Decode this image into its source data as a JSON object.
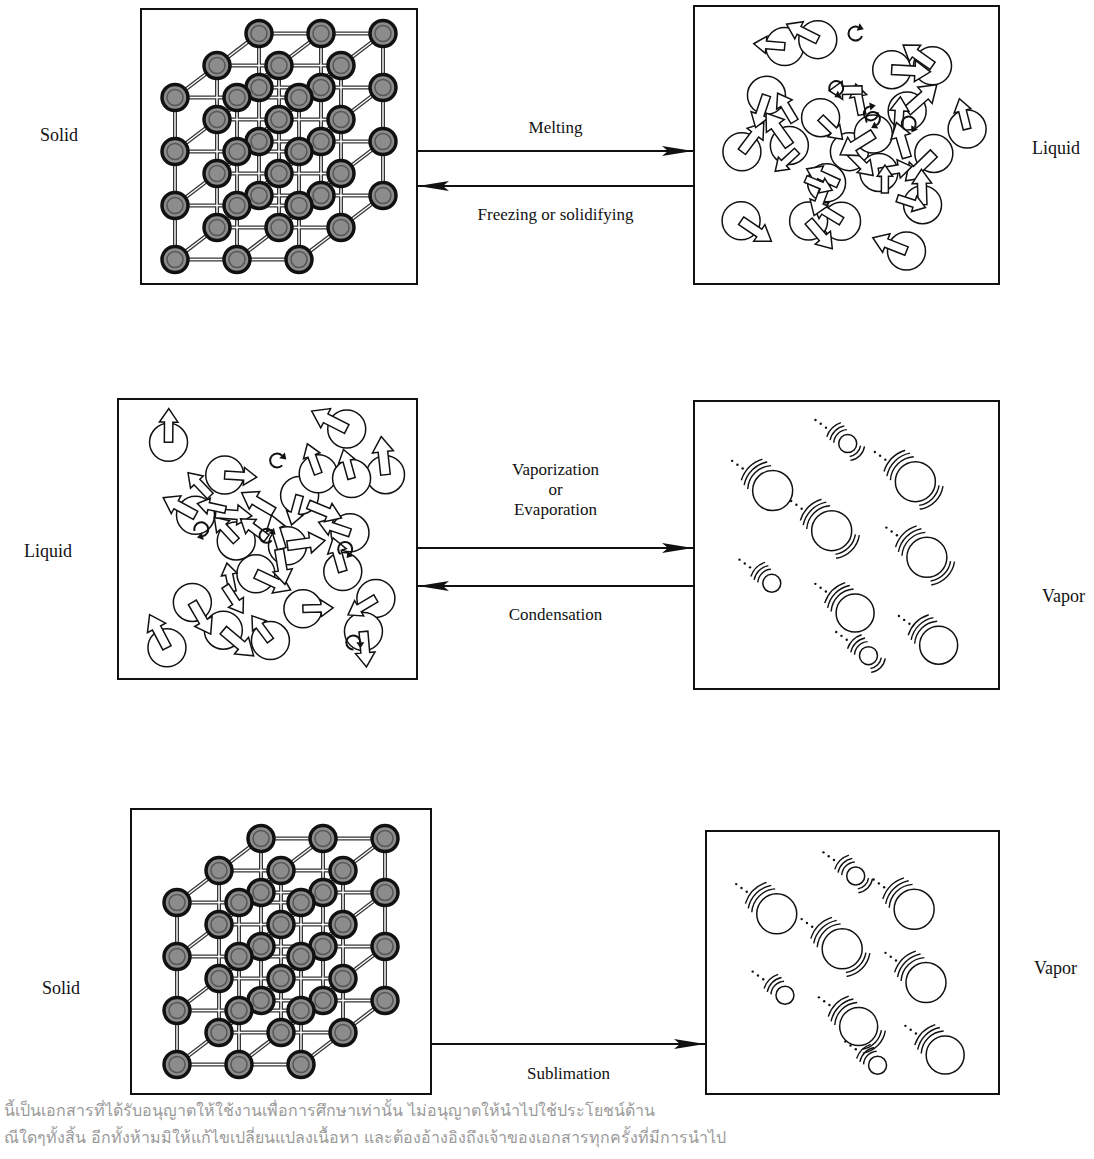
{
  "diagram": {
    "nodes": [
      {
        "text": [
          "Solid"
        ]
      },
      {
        "text": [
          "Liquid"
        ]
      },
      {
        "text": [
          "Liquid"
        ]
      },
      {
        "text": [
          "Vapor"
        ]
      },
      {
        "text": [
          "Solid"
        ]
      },
      {
        "text": [
          "Vapor"
        ]
      }
    ],
    "edges": [
      {
        "from": 0,
        "to": 1,
        "label": "Melting",
        "arrow": "to"
      },
      {
        "from": 1,
        "to": 0,
        "label": "Freezing or solidifying",
        "arrow": "to"
      },
      {
        "from": 2,
        "to": 3,
        "label": "Vaporization or Evaporation",
        "arrow": "to"
      },
      {
        "from": 3,
        "to": 2,
        "label": "Condensation",
        "arrow": "to"
      },
      {
        "from": 4,
        "to": 5,
        "label": "Sublimation",
        "arrow": "to"
      }
    ],
    "labels": [
      "นี้เป็นเอกสารที่ได้รับอนุญาตให้ใช้งานเพื่อการศึกษาเท่านั้น ไม่อนุญาตให้นำไปใช้ประโยชน์ด้าน",
      "ณีใดๆทั้งสิ้น อีกทั้งห้ามมิให้แก้ไขเปลี่ยนแปลงเนื้อหา และต้องอ้างอิงถึงเจ้าของเอกสารทุกครั้งที่มีการนำไป"
    ]
  }
}
